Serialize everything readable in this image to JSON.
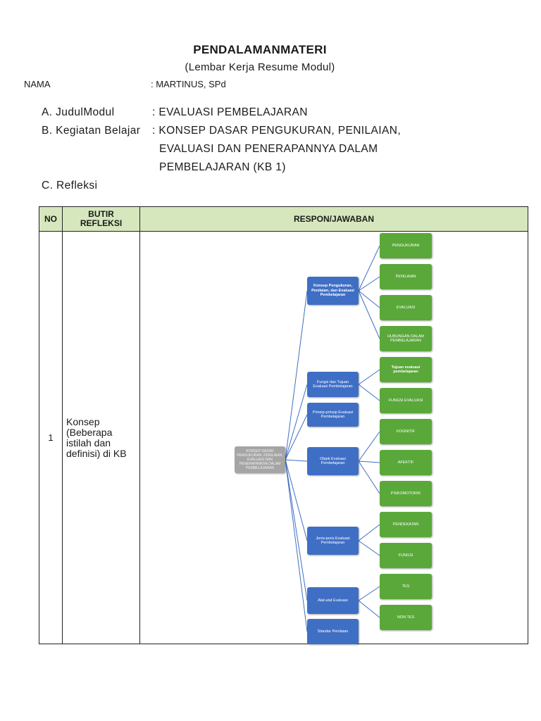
{
  "document": {
    "title": "PENDALAMANMATERI",
    "subtitle": "(Lembar Kerja Resume Modul)",
    "nama_label": "NAMA",
    "nama_value": ": MARTINUS, SPd"
  },
  "sections": {
    "a_label": "A. JudulModul",
    "a_value": ": EVALUASI PEMBELAJARAN",
    "b_label": "B. Kegiatan Belajar",
    "b_value_1": ": KONSEP DASAR PENGUKURAN, PENILAIAN,",
    "b_value_2": "EVALUASI DAN PENERAPANNYA DALAM",
    "b_value_3": "PEMBELAJARAN (KB 1)",
    "c_label": "C. Refleksi"
  },
  "table": {
    "headers": [
      "NO",
      "BUTIR REFLEKSI",
      "RESPON/JAWABAN"
    ],
    "rows": [
      {
        "no": "1",
        "butir": "Konsep (Beberapa istilah dan definisi) di KB"
      }
    ]
  },
  "mindmap": {
    "root": "KONSEP DASAR PENGUKURAN, PENILAIAN, EVALUASI DAN PENERAPANNYA DALAM PEMBELAJARAN",
    "branches": [
      "Konsep Pengukuran, Penilaian, dan Evaluasi Pembelajaran",
      "Fungsi dan Tujuan Evaluasi Pembelajaran",
      "Prinsip-prinsip Evaluasi Pembelajaran",
      "Objek Evaluasi Pembelajaran",
      "Jenis-jenis Evaluasi Pembelajaran",
      "Alat-alat Evaluasi",
      "Standar Penilaian"
    ],
    "leaves": [
      "PENGUKURAN",
      "PENILAIAN",
      "EVALUASI",
      "HUBUNGAN DALAM PEMBELAJARAN",
      "Tujuan evaluasi pembelajaran",
      "FUNGSI EVALUASI",
      "KOGNITIF",
      "AFEKTIF",
      "PSIKOMOTORIK",
      "PENDEKATAN",
      "FUNGSI",
      "TES",
      "NON TES"
    ],
    "colors": {
      "root": "#a5a5a5",
      "branch": "#3f6fc5",
      "leaf": "#5aa83a",
      "connector": "#3f6fc5"
    }
  }
}
